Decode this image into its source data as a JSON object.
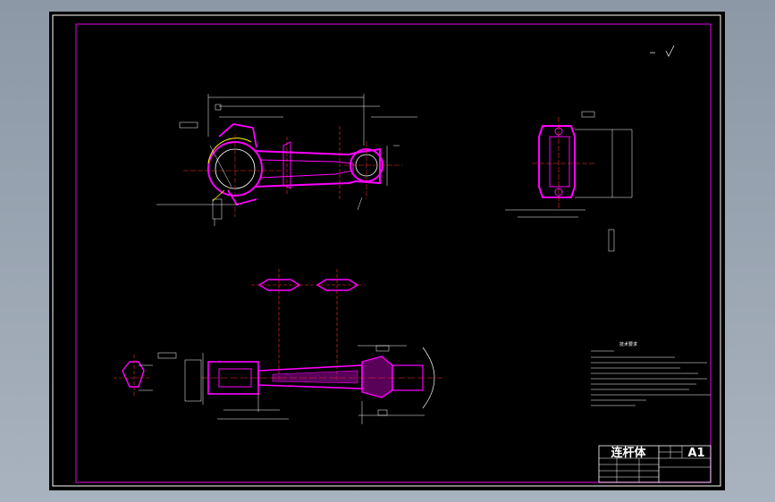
{
  "drawing": {
    "title": "连杆体",
    "sheet_code": "A1",
    "notes_heading": "技术要求",
    "colors": {
      "background": "#000000",
      "border": "#ffffff",
      "inner_frame": "#c000c0",
      "part_outline": "#ff00ff",
      "centerline": "#ff3030",
      "dimension": "#ffffff",
      "yellow": "#ffff00"
    }
  }
}
